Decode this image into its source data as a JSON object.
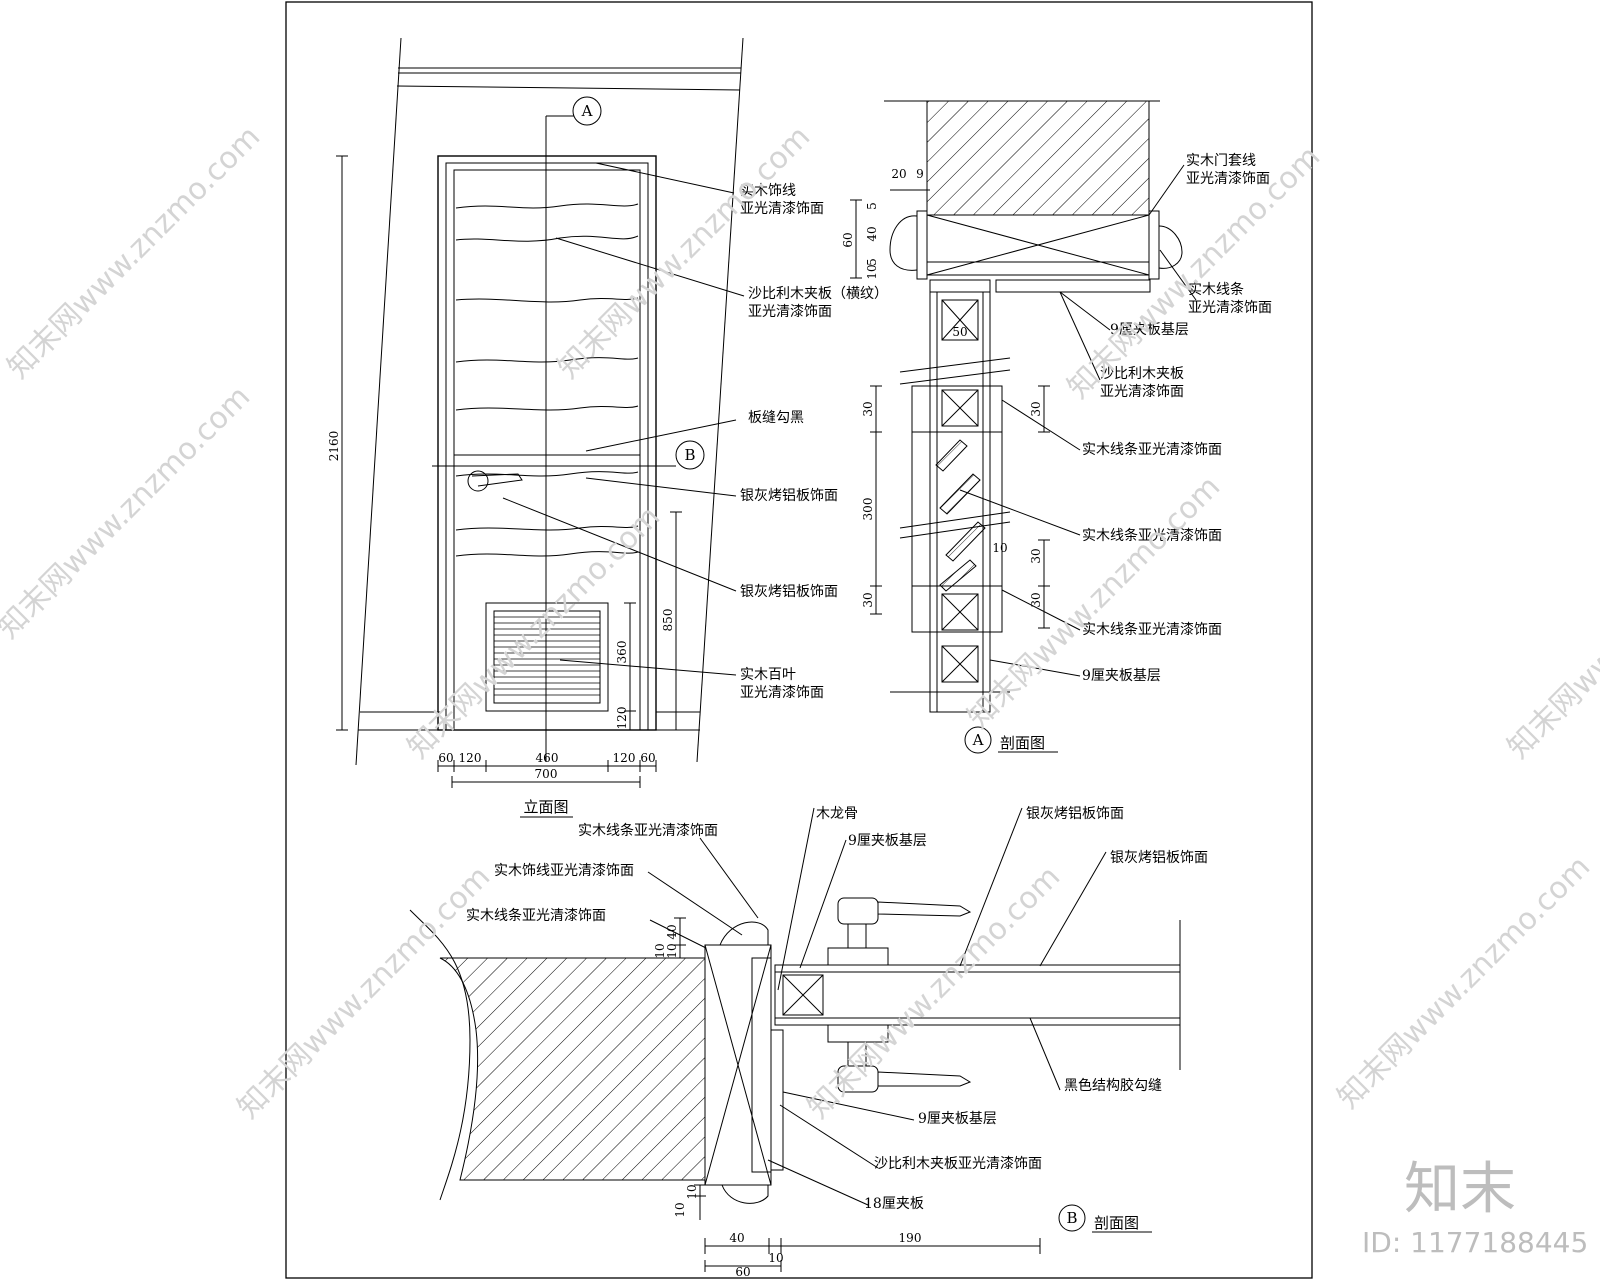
{
  "elevation": {
    "section_marker_a": "A",
    "section_marker_b": "B",
    "dim_height": "2160",
    "dim_grille_height": "360",
    "dim_grille_bottom": "120",
    "dim_handle_height": "850",
    "dim_bottom": [
      "60",
      "120",
      "460",
      "120",
      "60"
    ],
    "dim_total_width": "700",
    "title": "立面图",
    "labels": [
      "实木饰线\n亚光清漆饰面",
      "沙比利木夹板（横纹）\n亚光清漆饰面",
      "板缝勾黑",
      "银灰烤铝板饰面",
      "银灰烤铝板饰面",
      "实木百叶\n亚光清漆饰面"
    ]
  },
  "section_a": {
    "marker": "A",
    "title": "剖面图",
    "dims": {
      "top_20": "20",
      "top_9": "9",
      "frame_60": "60",
      "frame_40": "40",
      "frame_5a": "5",
      "frame_5b": "5",
      "frame_10": "10",
      "stile_50": "50",
      "rail_30_top": "30",
      "rail_30_right_top": "30",
      "panel_300": "300",
      "dim_10": "10",
      "rail_30_right_mid": "30",
      "rail_30_right_bot": "30",
      "rail_30_bottom": "30"
    },
    "labels": [
      "实木门套线\n亚光清漆饰面",
      "实木线条\n亚光清漆饰面",
      "9厘夹板基层",
      "沙比利木夹板\n亚光清漆饰面",
      "实木线条亚光清漆饰面",
      "实木线条亚光清漆饰面",
      "实木线条亚光清漆饰面",
      "9厘夹板基层"
    ]
  },
  "section_b": {
    "marker": "B",
    "title": "剖面图",
    "dims": {
      "left_10a": "10",
      "left_10b": "10",
      "left_40": "40",
      "bot_10a": "10",
      "bot_10b": "10",
      "b_40": "40",
      "b_10": "10",
      "b_190": "190",
      "b_60": "60"
    },
    "labels": [
      "实木线条亚光清漆饰面",
      "实木饰线亚光清漆饰面",
      "实木线条亚光清漆饰面",
      "木龙骨",
      "9厘夹板基层",
      "银灰烤铝板饰面",
      "银灰烤铝板饰面",
      "黑色结构胶勾缝",
      "9厘夹板基层",
      "沙比利木夹板亚光清漆饰面",
      "18厘夹板"
    ]
  },
  "watermark": {
    "text": "知末网www.znzmo.com",
    "brand": "知末",
    "id_text": "ID: 1177188445"
  }
}
